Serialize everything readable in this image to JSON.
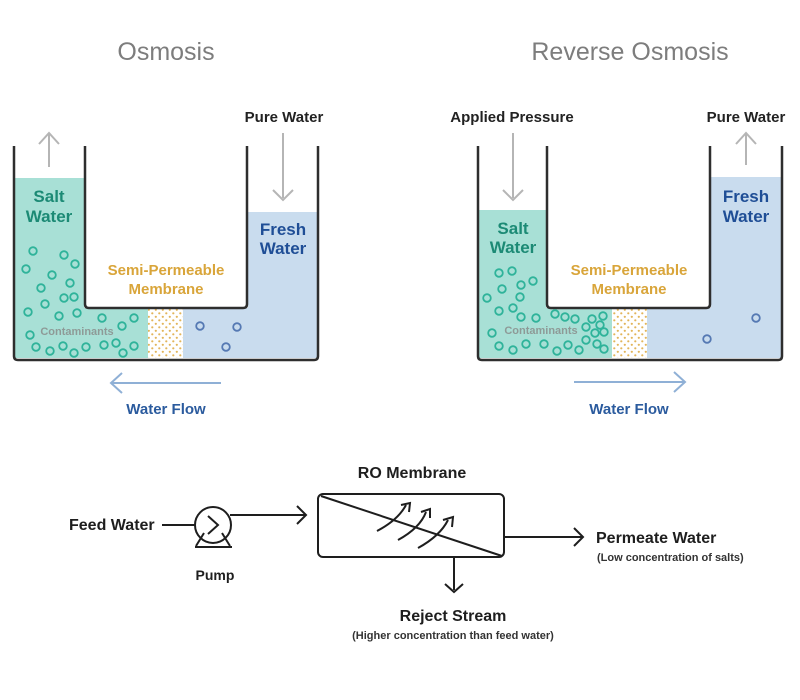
{
  "osmosis": {
    "title": "Osmosis",
    "top_left_label": "",
    "top_right_label": "Pure Water",
    "salt_label_line1": "Salt",
    "salt_label_line2": "Water",
    "fresh_label_line1": "Fresh",
    "fresh_label_line2": "Water",
    "membrane_label_line1": "Semi-Permeable",
    "membrane_label_line2": "Membrane",
    "contaminants_label": "Contaminants",
    "flow_label": "Water Flow",
    "flow_direction": "left"
  },
  "reverse_osmosis": {
    "title": "Reverse Osmosis",
    "top_left_label": "Applied Pressure",
    "top_right_label": "Pure Water",
    "salt_label_line1": "Salt",
    "salt_label_line2": "Water",
    "fresh_label_line1": "Fresh",
    "fresh_label_line2": "Water",
    "membrane_label_line1": "Semi-Permeable",
    "membrane_label_line2": "Membrane",
    "contaminants_label": "Contaminants",
    "flow_label": "Water Flow",
    "flow_direction": "right"
  },
  "process": {
    "feed_label": "Feed Water",
    "pump_label": "Pump",
    "membrane_label": "RO Membrane",
    "permeate_label": "Permeate Water",
    "permeate_sub": "(Low concentration of salts)",
    "reject_label": "Reject Stream",
    "reject_sub": "(Higher concentration than feed water)"
  },
  "colors": {
    "salt_water": "#a8e0d6",
    "salt_text": "#1c8a75",
    "fresh_water": "#c9dcee",
    "fresh_text": "#1f4e96",
    "membrane": "#d9a53a",
    "flow_arrow": "#8fb0d6",
    "pressure_arrow": "#b5b5b5",
    "outline": "#2e2e2e"
  }
}
